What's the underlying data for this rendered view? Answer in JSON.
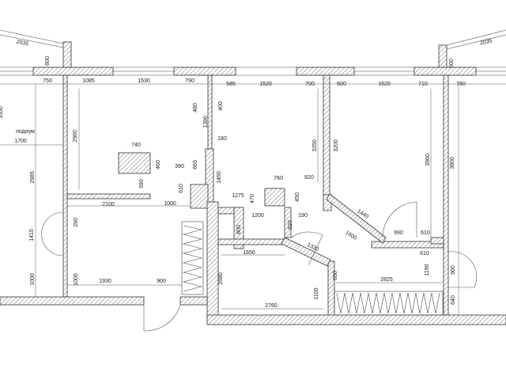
{
  "plan": {
    "room_label": "подиум",
    "dims": [
      "2035",
      "600",
      "750",
      "1085",
      "1530",
      "790",
      "585",
      "1520",
      "700",
      "600",
      "1520",
      "710",
      "780",
      "600",
      "2035",
      "1650",
      "1700",
      "2960",
      "480",
      "400",
      "1390",
      "180",
      "740",
      "460",
      "590",
      "390",
      "665",
      "610",
      "1450",
      "2985",
      "3250",
      "3200",
      "760",
      "820",
      "1275",
      "470",
      "450",
      "3960",
      "3800",
      "2100",
      "1000",
      "1415",
      "290",
      "1200",
      "190",
      "800",
      "820",
      "1440",
      "1600",
      "990",
      "610",
      "1330",
      "1650",
      "610",
      "1680",
      "650",
      "1190",
      "900",
      "2825",
      "1000",
      "1000",
      "1930",
      "900",
      "1100",
      "2760",
      "640"
    ]
  }
}
